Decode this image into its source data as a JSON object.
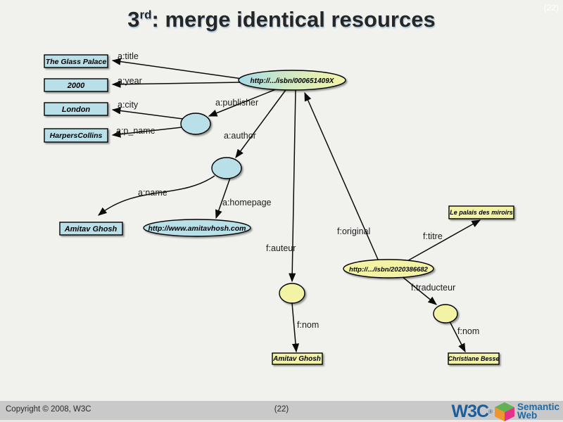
{
  "title": {
    "num": "3",
    "sup": "rd",
    "rest": ": merge identical resources"
  },
  "corner_page": "(22)",
  "footer": {
    "copyright": "Copyright © 2008, W3C",
    "page": "(22)",
    "logo": {
      "w3c": "W3C",
      "reg": "®",
      "line1": "Semantic",
      "line2": "Web"
    }
  },
  "colors": {
    "background": "#f1f1ee",
    "node_blue": "#b9dfe8",
    "node_yellow": "#f3f3a5",
    "footer_bar": "#c9c9c9",
    "w3c_blue": "#1c5e9a",
    "cube_green": "#62b152",
    "cube_orange": "#f0942d",
    "cube_magenta": "#e5318a"
  },
  "graph": {
    "nodes": [
      {
        "id": "title-literal",
        "type": "box-blue",
        "label": "The Glass Palace"
      },
      {
        "id": "year-literal",
        "type": "box-blue",
        "label": "2000"
      },
      {
        "id": "city-literal",
        "type": "box-blue",
        "label": "London"
      },
      {
        "id": "pname-literal",
        "type": "box-blue",
        "label": "HarpersCollins"
      },
      {
        "id": "isbn-000651409X",
        "type": "ellipse-shared",
        "label": "http://.../isbn/000651409X"
      },
      {
        "id": "publisher-bnode",
        "type": "ellipse-blue",
        "label": ""
      },
      {
        "id": "author-bnode",
        "type": "ellipse-blue",
        "label": ""
      },
      {
        "id": "name-literal",
        "type": "box-blue",
        "label": "Amitav Ghosh"
      },
      {
        "id": "homepage-uri",
        "type": "ellipse-blue",
        "label": "http://www.amitavhosh.com"
      },
      {
        "id": "titre-literal",
        "type": "box-yellow",
        "label": "Le palais des miroirs"
      },
      {
        "id": "isbn-2020386682",
        "type": "ellipse-yellow",
        "label": "http://.../isbn/2020386682"
      },
      {
        "id": "auteur-bnode",
        "type": "ellipse-yellow",
        "label": ""
      },
      {
        "id": "nom-literal",
        "type": "box-yellow",
        "label": "Amitav Ghosh"
      },
      {
        "id": "traducteur-bnode",
        "type": "ellipse-yellow",
        "label": ""
      },
      {
        "id": "nom2-literal",
        "type": "box-yellow",
        "label": "Christiane Besse"
      }
    ],
    "edges": [
      {
        "from": "isbn-000651409X",
        "to": "title-literal",
        "label": "a:title"
      },
      {
        "from": "isbn-000651409X",
        "to": "year-literal",
        "label": "a:year"
      },
      {
        "from": "publisher-bnode",
        "to": "city-literal",
        "label": "a:city"
      },
      {
        "from": "publisher-bnode",
        "to": "pname-literal",
        "label": "a:p_name"
      },
      {
        "from": "isbn-000651409X",
        "to": "publisher-bnode",
        "label": "a:publisher"
      },
      {
        "from": "isbn-000651409X",
        "to": "author-bnode",
        "label": "a:author"
      },
      {
        "from": "author-bnode",
        "to": "name-literal",
        "label": "a:name"
      },
      {
        "from": "author-bnode",
        "to": "homepage-uri",
        "label": "a:homepage"
      },
      {
        "from": "isbn-000651409X",
        "to": "auteur-bnode",
        "label": "f:auteur"
      },
      {
        "from": "isbn-2020386682",
        "to": "isbn-000651409X",
        "label": "f:original"
      },
      {
        "from": "isbn-2020386682",
        "to": "titre-literal",
        "label": "f:titre"
      },
      {
        "from": "isbn-2020386682",
        "to": "traducteur-bnode",
        "label": "f:traducteur"
      },
      {
        "from": "auteur-bnode",
        "to": "nom-literal",
        "label": "f:nom"
      },
      {
        "from": "traducteur-bnode",
        "to": "nom2-literal",
        "label": "f:nom"
      }
    ]
  }
}
